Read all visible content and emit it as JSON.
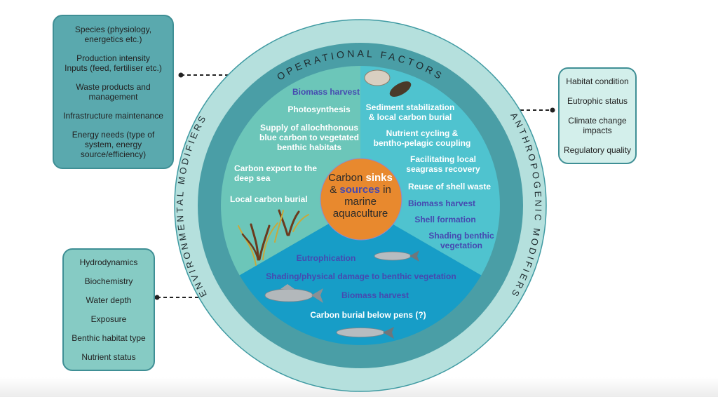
{
  "diagram": {
    "center": {
      "part1": "Carbon ",
      "sinks": "sinks",
      "part2": "& ",
      "sources": "sources",
      "part3": " in",
      "part4": "marine",
      "part5": "aquaculture"
    },
    "ring_labels": {
      "top": "OPERATIONAL FACTORS",
      "right": "ANTHROPOGENIC MODIFIERS",
      "left": "ENVIRONMENTAL MODIFIERS"
    },
    "boxes": {
      "operational": [
        "Species (physiology,\nenergetics etc.)",
        "Production intensity\nInputs (feed, fertiliser etc.)",
        "Waste products and\nmanagement",
        "Infrastructure maintenance",
        "Energy needs (type of\nsystem, energy\nsource/efficiency)"
      ],
      "anthropogenic": [
        "Habitat condition",
        "Eutrophic status",
        "Climate change\nimpacts",
        "Regulatory quality"
      ],
      "environmental": [
        "Hydrodynamics",
        "Biochemistry",
        "Water depth",
        "Exposure",
        "Benthic habitat type",
        "Nutrient status"
      ]
    },
    "segments": {
      "seaweed": [
        {
          "text": "Biomass harvest",
          "type": "source"
        },
        {
          "text": "Photosynthesis",
          "type": "sink"
        },
        {
          "text": "Supply of allochthonous\nblue carbon to vegetated\nbenthic habitats",
          "type": "sink"
        },
        {
          "text": "Carbon export to the\ndeep sea",
          "type": "sink"
        },
        {
          "text": "Local carbon burial",
          "type": "sink"
        }
      ],
      "shellfish": [
        {
          "text": "Sediment stabilization\n& local carbon burial",
          "type": "sink"
        },
        {
          "text": "Nutrient cycling &\nbentho-pelagic coupling",
          "type": "sink"
        },
        {
          "text": "Facilitating local\nseagrass recovery",
          "type": "sink"
        },
        {
          "text": "Reuse of shell waste",
          "type": "sink"
        },
        {
          "text": "Biomass harvest",
          "type": "source"
        },
        {
          "text": "Shell formation",
          "type": "source"
        },
        {
          "text": "Shading benthic\nvegetation",
          "type": "source"
        }
      ],
      "finfish": [
        {
          "text": "Eutrophication",
          "type": "source"
        },
        {
          "text": "Shading/physical damage to benthic vegetation",
          "type": "source"
        },
        {
          "text": "Biomass harvest",
          "type": "source"
        },
        {
          "text": "Carbon burial below pens (?)",
          "type": "sink"
        }
      ]
    },
    "colors": {
      "outer_ring": "#b5e0dd",
      "middle_ring": "#4a9ea6",
      "seaweed_segment": "#6cc6b9",
      "shellfish_segment": "#4fc3cf",
      "finfish_segment": "#179dc7",
      "center": "#e8892e",
      "sink_text": "#ffffff",
      "source_text": "#4649b0"
    }
  }
}
